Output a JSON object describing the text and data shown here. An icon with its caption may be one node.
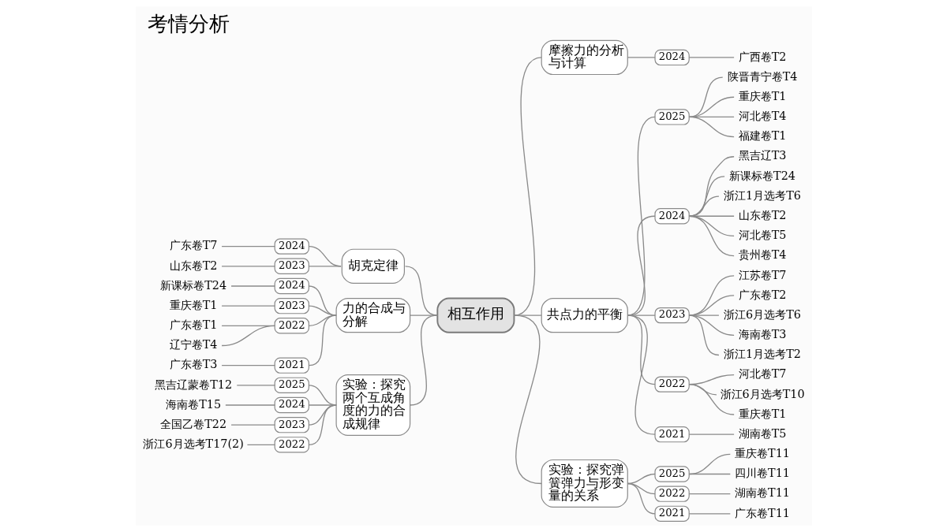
{
  "diagram": {
    "title": "考情分析",
    "nodes": [
      {
        "text": [
          "相互作用"
        ]
      },
      {
        "text": [
          "摩擦力的分析与计算"
        ]
      },
      {
        "text": [
          "2024"
        ]
      },
      {
        "text": [
          "广西卷T2"
        ]
      },
      {
        "text": [
          "胡克定律"
        ]
      },
      {
        "text": [
          "2024"
        ]
      },
      {
        "text": [
          "广东卷T7"
        ]
      },
      {
        "text": [
          "2023"
        ]
      },
      {
        "text": [
          "山东卷T2"
        ]
      },
      {
        "text": [
          "力的合成与分解"
        ]
      },
      {
        "text": [
          "2024"
        ]
      },
      {
        "text": [
          "新课标卷T24"
        ]
      },
      {
        "text": [
          "2023"
        ]
      },
      {
        "text": [
          "重庆卷T1"
        ]
      },
      {
        "text": [
          "2022"
        ]
      },
      {
        "text": [
          "广东卷T1"
        ]
      },
      {
        "text": [
          "辽宁卷T4"
        ]
      },
      {
        "text": [
          "2021"
        ]
      },
      {
        "text": [
          "广东卷T3"
        ]
      },
      {
        "text": [
          "共点力的平衡"
        ]
      },
      {
        "text": [
          "2025"
        ]
      },
      {
        "text": [
          "陕晋青宁卷T4"
        ]
      },
      {
        "text": [
          "重庆卷T1"
        ]
      },
      {
        "text": [
          "河北卷T4"
        ]
      },
      {
        "text": [
          "福建卷T1"
        ]
      },
      {
        "text": [
          "2024"
        ]
      },
      {
        "text": [
          "黑吉辽T3"
        ]
      },
      {
        "text": [
          "新课标卷T24"
        ]
      },
      {
        "text": [
          "浙江1月选考T6"
        ]
      },
      {
        "text": [
          "山东卷T2"
        ]
      },
      {
        "text": [
          "河北卷T5"
        ]
      },
      {
        "text": [
          "贵州卷T4"
        ]
      },
      {
        "text": [
          "2023"
        ]
      },
      {
        "text": [
          "江苏卷T7"
        ]
      },
      {
        "text": [
          "广东卷T2"
        ]
      },
      {
        "text": [
          "浙江6月选考T6"
        ]
      },
      {
        "text": [
          "海南卷T3"
        ]
      },
      {
        "text": [
          "浙江1月选考T2"
        ]
      },
      {
        "text": [
          "2022"
        ]
      },
      {
        "text": [
          "河北卷T7"
        ]
      },
      {
        "text": [
          "浙江6月选考T10"
        ]
      },
      {
        "text": [
          "重庆卷T1"
        ]
      },
      {
        "text": [
          "2021"
        ]
      },
      {
        "text": [
          "湖南卷T5"
        ]
      },
      {
        "text": [
          "实验：探究两个互成角度的力的合成规律"
        ]
      },
      {
        "text": [
          "2025"
        ]
      },
      {
        "text": [
          "黑吉辽蒙卷T12"
        ]
      },
      {
        "text": [
          "2024"
        ]
      },
      {
        "text": [
          "海南卷T15"
        ]
      },
      {
        "text": [
          "2023"
        ]
      },
      {
        "text": [
          "全国乙卷T22"
        ]
      },
      {
        "text": [
          "2022"
        ]
      },
      {
        "text": [
          "浙江6月选考T17(2)"
        ]
      },
      {
        "text": [
          "实验：探究弹簧弹力与形变量的关系"
        ]
      },
      {
        "text": [
          "2025"
        ]
      },
      {
        "text": [
          "重庆卷T11"
        ]
      },
      {
        "text": [
          "四川卷T11"
        ]
      },
      {
        "text": [
          "2022"
        ]
      },
      {
        "text": [
          "湖南卷T11"
        ]
      },
      {
        "text": [
          "2021"
        ]
      },
      {
        "text": [
          "广东卷T11"
        ]
      }
    ],
    "edges": [
      {
        "from": 0,
        "to": 1,
        "arrow": "none"
      },
      {
        "from": 1,
        "to": 2,
        "arrow": "none"
      },
      {
        "from": 2,
        "to": 3,
        "arrow": "none"
      },
      {
        "from": 0,
        "to": 4,
        "arrow": "none"
      },
      {
        "from": 4,
        "to": 5,
        "arrow": "none"
      },
      {
        "from": 5,
        "to": 6,
        "arrow": "none"
      },
      {
        "from": 4,
        "to": 7,
        "arrow": "none"
      },
      {
        "from": 7,
        "to": 8,
        "arrow": "none"
      },
      {
        "from": 0,
        "to": 9,
        "arrow": "none"
      },
      {
        "from": 9,
        "to": 10,
        "arrow": "none"
      },
      {
        "from": 10,
        "to": 11,
        "arrow": "none"
      },
      {
        "from": 9,
        "to": 12,
        "arrow": "none"
      },
      {
        "from": 12,
        "to": 13,
        "arrow": "none"
      },
      {
        "from": 9,
        "to": 14,
        "arrow": "none"
      },
      {
        "from": 14,
        "to": 15,
        "arrow": "none"
      },
      {
        "from": 14,
        "to": 16,
        "arrow": "none"
      },
      {
        "from": 9,
        "to": 17,
        "arrow": "none"
      },
      {
        "from": 17,
        "to": 18,
        "arrow": "none"
      },
      {
        "from": 0,
        "to": 19,
        "arrow": "none"
      },
      {
        "from": 19,
        "to": 20,
        "arrow": "none"
      },
      {
        "from": 20,
        "to": 21,
        "arrow": "none"
      },
      {
        "from": 20,
        "to": 22,
        "arrow": "none"
      },
      {
        "from": 20,
        "to": 23,
        "arrow": "none"
      },
      {
        "from": 20,
        "to": 24,
        "arrow": "none"
      },
      {
        "from": 19,
        "to": 25,
        "arrow": "none"
      },
      {
        "from": 25,
        "to": 26,
        "arrow": "none"
      },
      {
        "from": 25,
        "to": 27,
        "arrow": "none"
      },
      {
        "from": 25,
        "to": 28,
        "arrow": "none"
      },
      {
        "from": 25,
        "to": 29,
        "arrow": "none"
      },
      {
        "from": 25,
        "to": 30,
        "arrow": "none"
      },
      {
        "from": 25,
        "to": 31,
        "arrow": "none"
      },
      {
        "from": 19,
        "to": 32,
        "arrow": "none"
      },
      {
        "from": 32,
        "to": 33,
        "arrow": "none"
      },
      {
        "from": 32,
        "to": 34,
        "arrow": "none"
      },
      {
        "from": 32,
        "to": 35,
        "arrow": "none"
      },
      {
        "from": 32,
        "to": 36,
        "arrow": "none"
      },
      {
        "from": 32,
        "to": 37,
        "arrow": "none"
      },
      {
        "from": 19,
        "to": 38,
        "arrow": "none"
      },
      {
        "from": 38,
        "to": 39,
        "arrow": "none"
      },
      {
        "from": 38,
        "to": 40,
        "arrow": "none"
      },
      {
        "from": 38,
        "to": 41,
        "arrow": "none"
      },
      {
        "from": 19,
        "to": 42,
        "arrow": "none"
      },
      {
        "from": 42,
        "to": 43,
        "arrow": "none"
      },
      {
        "from": 0,
        "to": 44,
        "arrow": "none"
      },
      {
        "from": 44,
        "to": 45,
        "arrow": "none"
      },
      {
        "from": 45,
        "to": 46,
        "arrow": "none"
      },
      {
        "from": 44,
        "to": 47,
        "arrow": "none"
      },
      {
        "from": 47,
        "to": 48,
        "arrow": "none"
      },
      {
        "from": 44,
        "to": 49,
        "arrow": "none"
      },
      {
        "from": 49,
        "to": 50,
        "arrow": "none"
      },
      {
        "from": 44,
        "to": 51,
        "arrow": "none"
      },
      {
        "from": 51,
        "to": 52,
        "arrow": "none"
      },
      {
        "from": 0,
        "to": 53,
        "arrow": "none"
      },
      {
        "from": 53,
        "to": 54,
        "arrow": "none"
      },
      {
        "from": 54,
        "to": 55,
        "arrow": "none"
      },
      {
        "from": 54,
        "to": 56,
        "arrow": "none"
      },
      {
        "from": 53,
        "to": 57,
        "arrow": "none"
      },
      {
        "from": 57,
        "to": 58,
        "arrow": "none"
      },
      {
        "from": 53,
        "to": 59,
        "arrow": "none"
      },
      {
        "from": 59,
        "to": 60,
        "arrow": "none"
      }
    ]
  }
}
